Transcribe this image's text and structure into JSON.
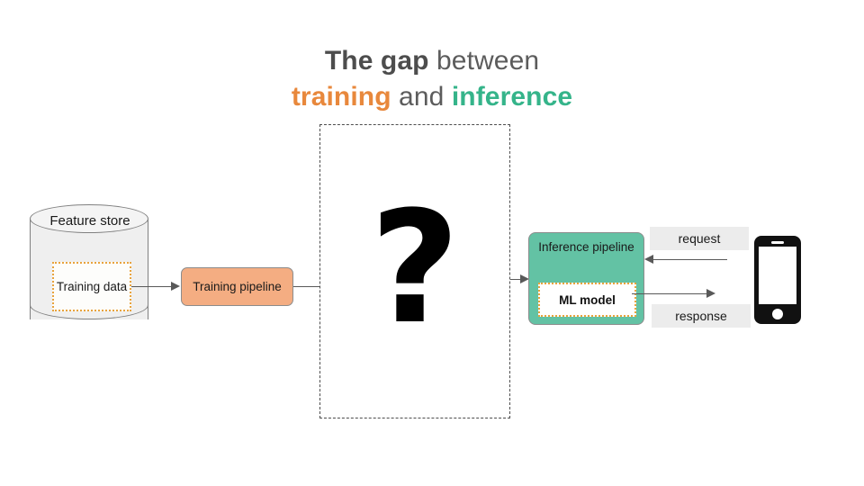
{
  "title": {
    "line1_bold": "The gap",
    "line1_rest": " between",
    "line2_training": "training",
    "line2_and": " and ",
    "line2_inference": "inference"
  },
  "feature_store": {
    "label": "Feature store",
    "inner_label": "Training data"
  },
  "training_pipeline": {
    "label": "Training pipeline"
  },
  "gap": {
    "symbol": "?"
  },
  "inference_pipeline": {
    "label": "Inference pipeline",
    "model_label": "ML model"
  },
  "messages": {
    "request": "request",
    "response": "response"
  },
  "device": {
    "name": "smartphone"
  },
  "colors": {
    "training_accent": "#e8883c",
    "inference_accent": "#35b48a",
    "training_box_fill": "#f4ad82",
    "inference_box_fill": "#63c2a4",
    "dotted_border": "#e8a33d",
    "cylinder_fill": "#efefef",
    "label_chip_fill": "#ececec",
    "connector": "#595959",
    "title_gray": "#5c5c5c"
  }
}
